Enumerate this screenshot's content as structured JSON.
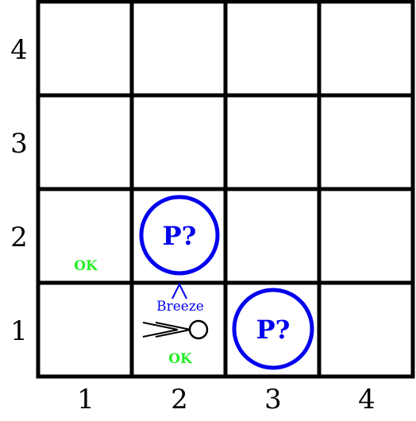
{
  "board": {
    "columns": 4,
    "rows": 4,
    "col_labels": [
      "1",
      "2",
      "3",
      "4"
    ],
    "row_labels": [
      "4",
      "3",
      "2",
      "1"
    ],
    "grid_color": "#000000",
    "annotation_color": "#0000ee",
    "ok_color": "#22ee22"
  },
  "cells": {
    "ok_1_2": {
      "label": "OK"
    },
    "ok_2_1": {
      "label": "OK"
    },
    "pit_2_2": {
      "label": "P?"
    },
    "pit_3_1": {
      "label": "P?"
    },
    "breeze_2_1": {
      "label": "Breeze"
    }
  },
  "agent": {
    "cell": "2,1",
    "icon": "agent-arrow-icon"
  }
}
